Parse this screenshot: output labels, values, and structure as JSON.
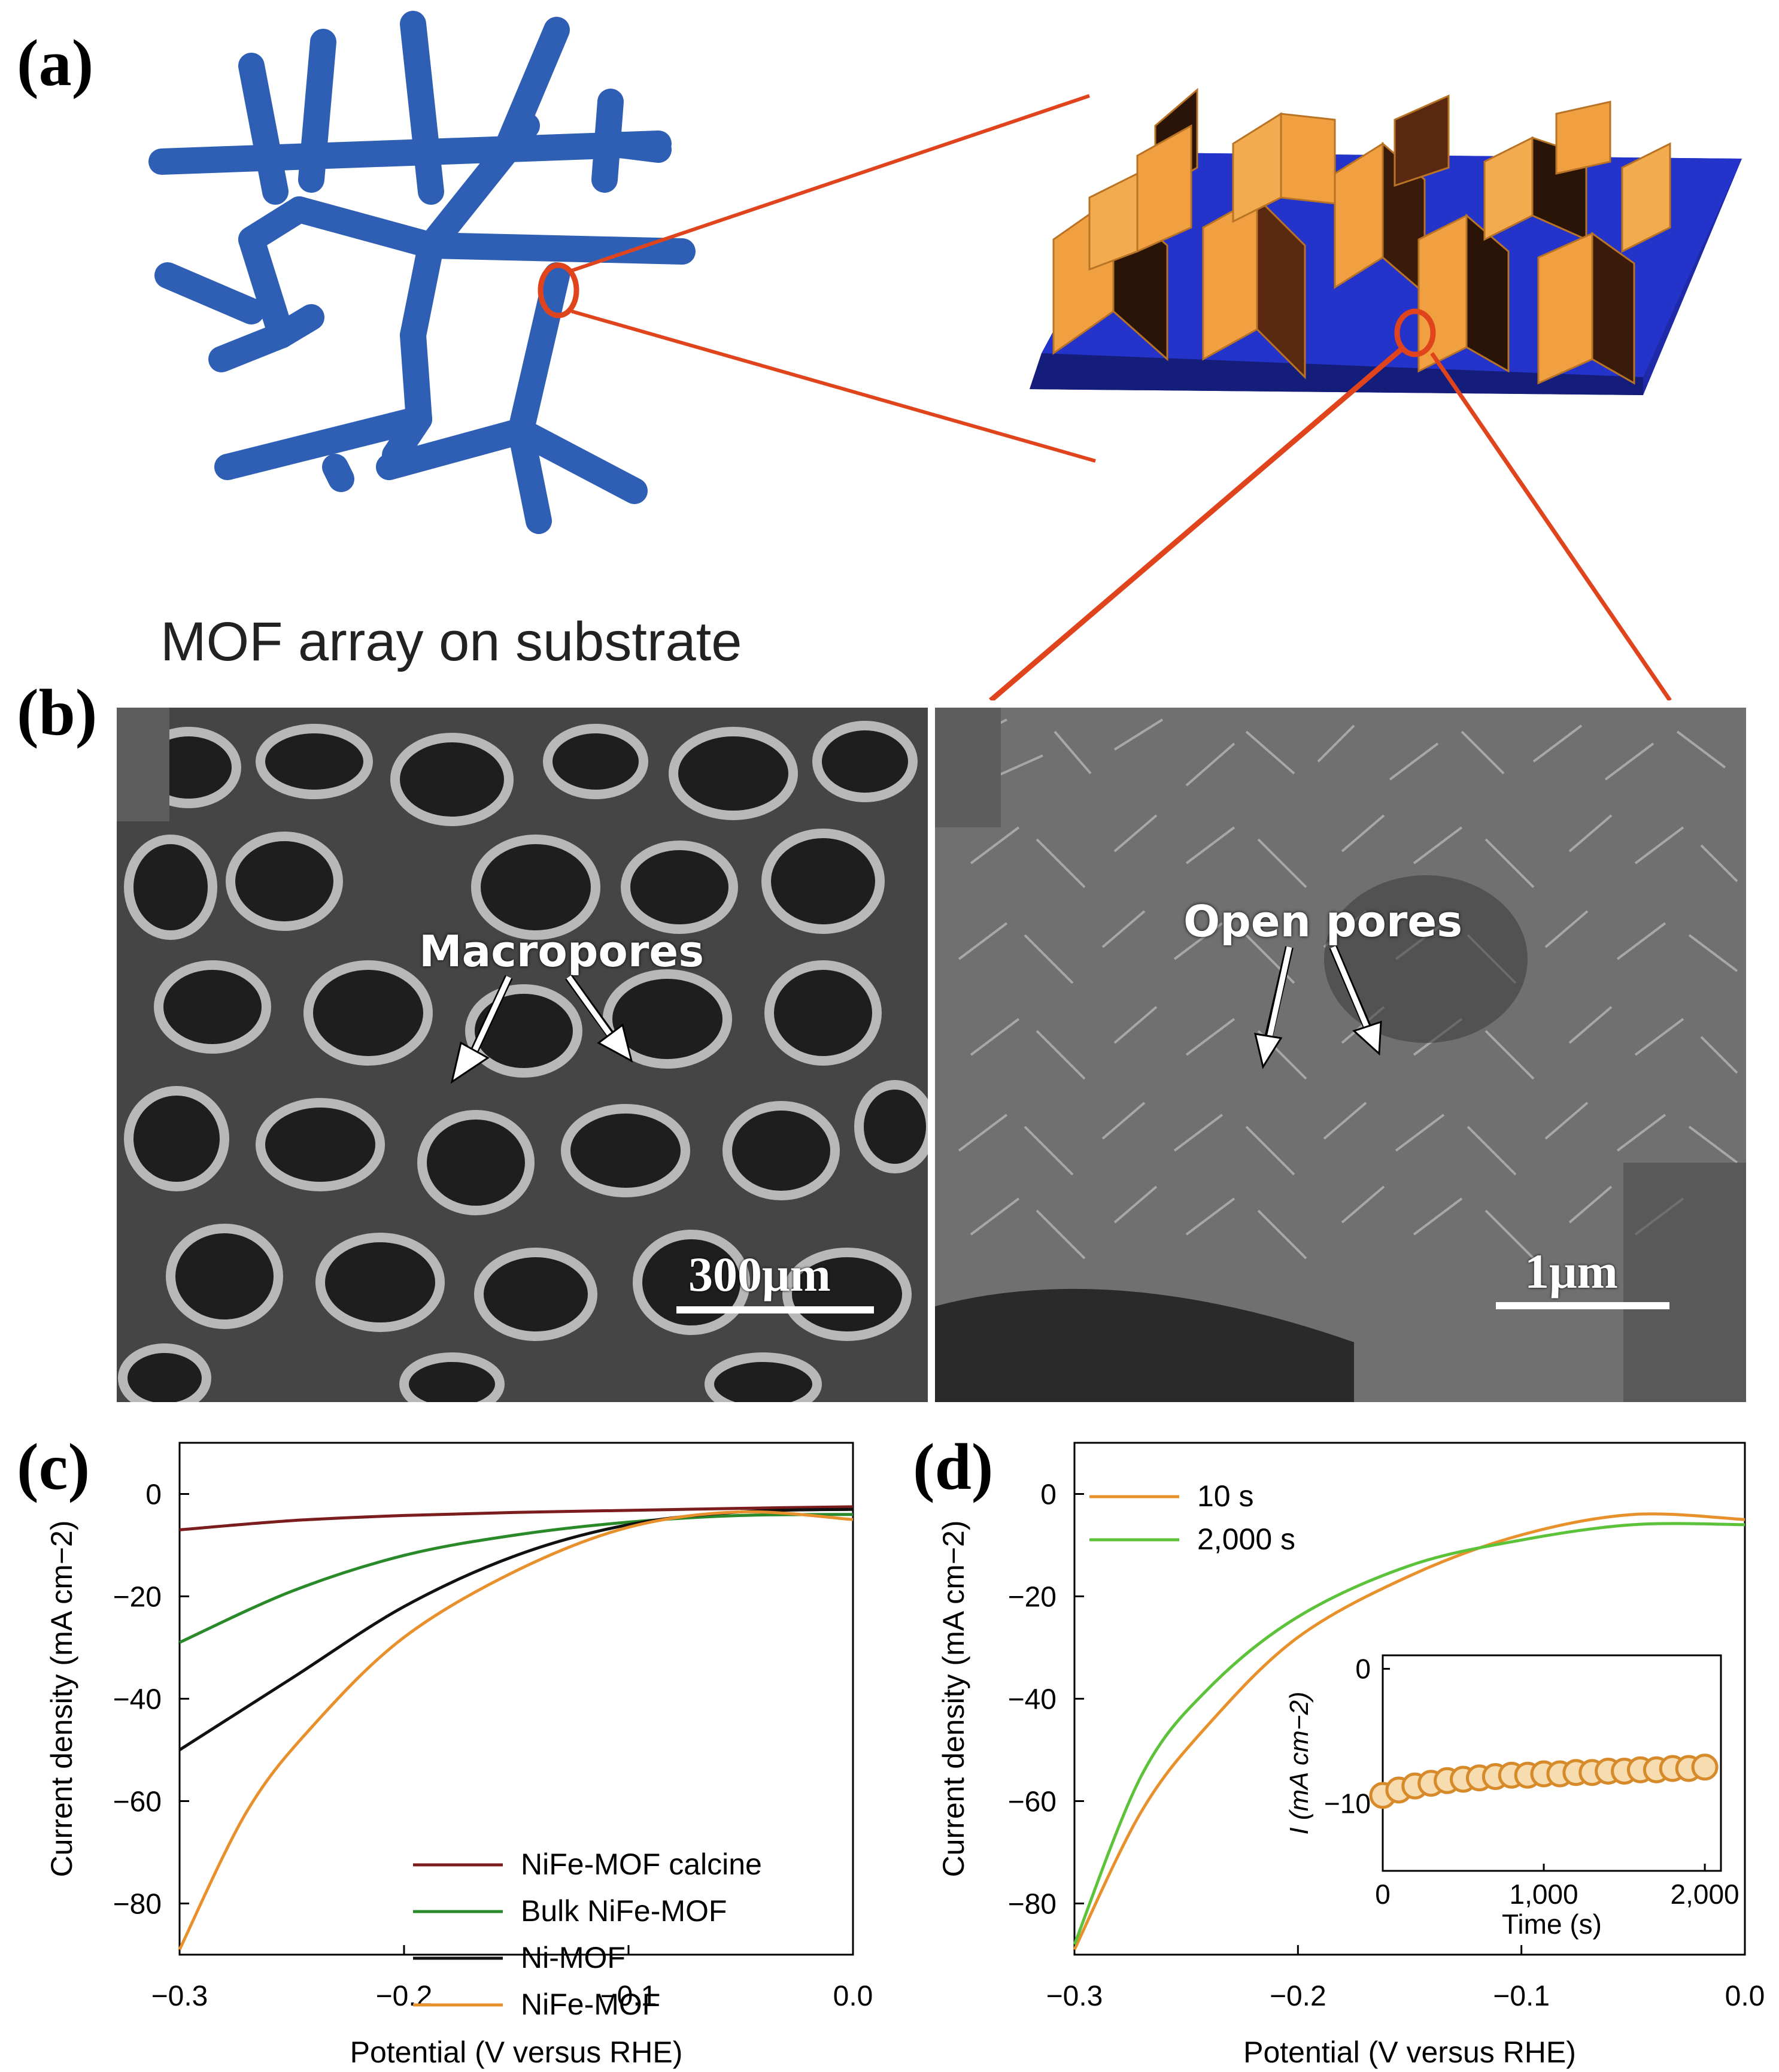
{
  "panel_labels": {
    "a": "(a)",
    "b": "(b)",
    "c": "(c)",
    "d": "(d)"
  },
  "panel_a": {
    "caption": "MOF array on substrate"
  },
  "panel_b": {
    "left": {
      "annotation": "Macropores",
      "scale": "300μm"
    },
    "right": {
      "annotation": "Open pores",
      "scale": "1μm"
    }
  },
  "colors": {
    "mof_blue": "#2f5fb5",
    "substrate_blue": "#2433c9",
    "sheet_orange": "#f0a040",
    "highlight_red": "#e0441c",
    "calcine": "#7b1d1d",
    "bulk": "#2a8a2a",
    "nimof": "#111111",
    "nifemof": "#e8912c",
    "green_2000": "#5cc23a"
  },
  "chart_data": [
    {
      "type": "line",
      "panel": "c",
      "xlabel": "Potential (V versus RHE)",
      "ylabel": "Current density (mA cm−2)",
      "xlim": [
        -0.3,
        0.0
      ],
      "ylim": [
        -90,
        10
      ],
      "xticks": [
        "−0.3",
        "−0.2",
        "−0.1",
        "0.0"
      ],
      "yticks": [
        "0",
        "−20",
        "−40",
        "−60",
        "−80"
      ],
      "legend_position": "center-right",
      "series": [
        {
          "name": "NiFe-MOF calcine",
          "color": "#7b1d1d",
          "x": [
            -0.3,
            -0.25,
            -0.2,
            -0.15,
            -0.1,
            -0.05,
            0.0
          ],
          "y": [
            -7,
            -5.2,
            -4.2,
            -3.6,
            -3.2,
            -2.8,
            -2.5
          ]
        },
        {
          "name": "Bulk NiFe-MOF",
          "color": "#2a8a2a",
          "x": [
            -0.3,
            -0.25,
            -0.2,
            -0.15,
            -0.1,
            -0.05,
            0.0
          ],
          "y": [
            -29,
            -19,
            -12,
            -8,
            -5.5,
            -4.2,
            -4
          ]
        },
        {
          "name": "Ni-MOF",
          "color": "#111111",
          "x": [
            -0.3,
            -0.25,
            -0.2,
            -0.15,
            -0.1,
            -0.05,
            0.0
          ],
          "y": [
            -50,
            -36,
            -22,
            -12,
            -6,
            -3.5,
            -3
          ]
        },
        {
          "name": "NiFe-MOF",
          "color": "#e8912c",
          "x": [
            -0.3,
            -0.27,
            -0.24,
            -0.2,
            -0.15,
            -0.1,
            -0.05,
            0.0
          ],
          "y": [
            -89,
            -62,
            -45,
            -28,
            -15,
            -6.5,
            -3.5,
            -5
          ]
        }
      ]
    },
    {
      "type": "line",
      "panel": "d",
      "xlabel": "Potential (V versus RHE)",
      "ylabel": "Current density (mA cm−2)",
      "xlim": [
        -0.3,
        0.0
      ],
      "ylim": [
        -90,
        10
      ],
      "xticks": [
        "−0.3",
        "−0.2",
        "−0.1",
        "0.0"
      ],
      "yticks": [
        "0",
        "−20",
        "−40",
        "−60",
        "−80"
      ],
      "legend_position": "top-left",
      "series": [
        {
          "name": "10 s",
          "color": "#e8912c",
          "x": [
            -0.3,
            -0.27,
            -0.24,
            -0.2,
            -0.15,
            -0.1,
            -0.05,
            0.0
          ],
          "y": [
            -89,
            -62,
            -45,
            -28,
            -16,
            -8,
            -4,
            -5
          ]
        },
        {
          "name": "2,000 s",
          "color": "#5cc23a",
          "x": [
            -0.3,
            -0.27,
            -0.24,
            -0.2,
            -0.15,
            -0.1,
            -0.05,
            0.0
          ],
          "y": [
            -88,
            -55,
            -38,
            -24,
            -14,
            -9,
            -6,
            -6
          ]
        }
      ],
      "inset": {
        "type": "scatter",
        "xlabel": "Time (s)",
        "ylabel": "I (mA cm−2)",
        "xlim": [
          0,
          2100
        ],
        "ylim": [
          -15,
          1
        ],
        "xticks": [
          "0",
          "1,000",
          "2,000"
        ],
        "yticks": [
          "0",
          "−10"
        ],
        "x": [
          0,
          100,
          200,
          300,
          400,
          500,
          600,
          700,
          800,
          900,
          1000,
          1100,
          1200,
          1300,
          1400,
          1500,
          1600,
          1700,
          1800,
          1900,
          2000
        ],
        "y": [
          -9.4,
          -9.0,
          -8.7,
          -8.5,
          -8.3,
          -8.2,
          -8.1,
          -8.0,
          -7.9,
          -7.9,
          -7.8,
          -7.8,
          -7.7,
          -7.7,
          -7.6,
          -7.6,
          -7.5,
          -7.5,
          -7.4,
          -7.4,
          -7.3
        ]
      }
    }
  ]
}
